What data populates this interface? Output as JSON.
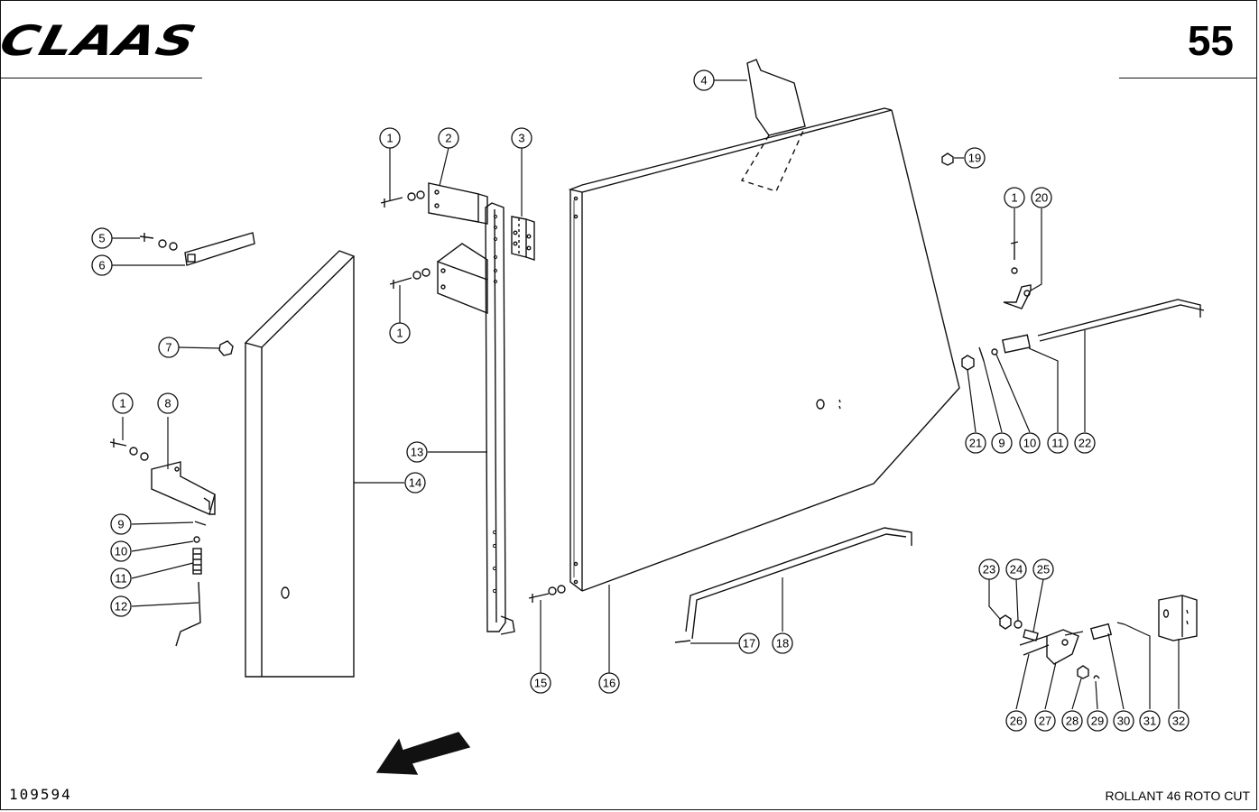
{
  "header": {
    "brand": "CLAAS",
    "page_number": "55"
  },
  "footer": {
    "document_number": "109594",
    "model": "ROLLANT 46 ROTO CUT"
  },
  "callouts": [
    {
      "label": "1"
    },
    {
      "label": "2"
    },
    {
      "label": "3"
    },
    {
      "label": "4"
    },
    {
      "label": "5"
    },
    {
      "label": "6"
    },
    {
      "label": "1"
    },
    {
      "label": "7"
    },
    {
      "label": "1"
    },
    {
      "label": "8"
    },
    {
      "label": "9"
    },
    {
      "label": "10"
    },
    {
      "label": "11"
    },
    {
      "label": "12"
    },
    {
      "label": "13"
    },
    {
      "label": "14"
    },
    {
      "label": "15"
    },
    {
      "label": "16"
    },
    {
      "label": "17"
    },
    {
      "label": "18"
    },
    {
      "label": "19"
    },
    {
      "label": "1"
    },
    {
      "label": "20"
    },
    {
      "label": "21"
    },
    {
      "label": "9"
    },
    {
      "label": "10"
    },
    {
      "label": "11"
    },
    {
      "label": "22"
    },
    {
      "label": "23"
    },
    {
      "label": "24"
    },
    {
      "label": "25"
    },
    {
      "label": "26"
    },
    {
      "label": "27"
    },
    {
      "label": "28"
    },
    {
      "label": "29"
    },
    {
      "label": "30"
    },
    {
      "label": "31"
    },
    {
      "label": "32"
    }
  ]
}
